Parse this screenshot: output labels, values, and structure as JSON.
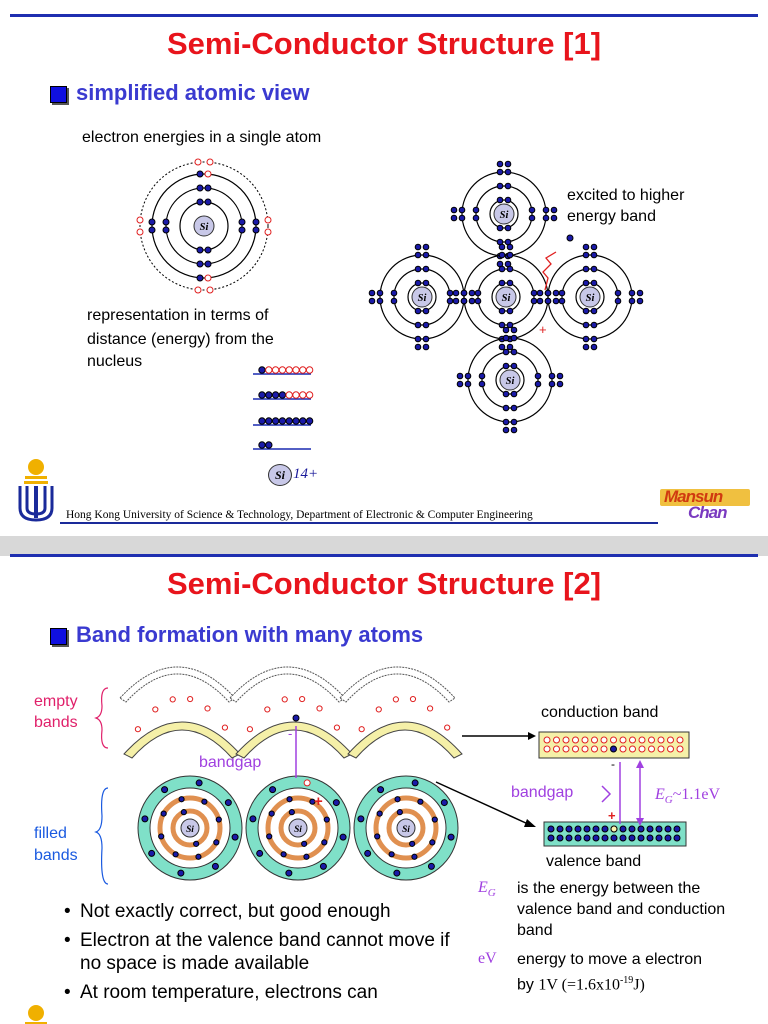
{
  "slide1": {
    "title": "Semi-Conductor Structure [1]",
    "heading": "simplified atomic view",
    "label_single_atom": "electron energies in a single atom",
    "label_excited_1": "excited to higher",
    "label_excited_2": "energy band",
    "label_repr_1": "representation in terms of",
    "label_repr_2": "distance (energy) from the",
    "label_repr_3": "nucleus",
    "nucleus_label": "Si",
    "charge_label": "14+",
    "plus_sign": "+"
  },
  "footer": {
    "institution": "Hong Kong University of Science & Technology, Department of Electronic & Computer Engineering",
    "brand_top": "Mansun",
    "brand_bottom": "Chan"
  },
  "slide2": {
    "title": "Semi-Conductor Structure [2]",
    "heading": "Band formation with many atoms",
    "label_empty_1": "empty",
    "label_empty_2": "bands",
    "label_filled_1": "filled",
    "label_filled_2": "bands",
    "label_bandgap_left": "bandgap",
    "label_bandgap_right": "bandgap",
    "label_conduction": "conduction band",
    "label_valence": "valence band",
    "eg_symbol": "E",
    "eg_sub": "G",
    "eg_value": "~1.1eV",
    "plus_sign": "+",
    "minus_sign": "-",
    "bullets": [
      "Not exactly correct, but good enough",
      "Electron at the valence band cannot move if no space is made available",
      "At room temperature, electrons can"
    ],
    "def_eg_text": "is the energy between the valence band and conduction band",
    "def_ev_symbol": "eV",
    "def_ev_text_1": "energy to move a electron",
    "def_ev_text_2a": "by ",
    "def_ev_text_2b": "1V",
    "def_ev_text_2c": " (=1.6x10",
    "def_ev_exp": "-19",
    "def_ev_text_2d": "J)"
  },
  "colors": {
    "title_red": "#e8141c",
    "heading_blue": "#3a3ad0",
    "electron_blue": "#1a1aa8",
    "hole_red": "#e02020",
    "band_yellow": "#f5f0a8",
    "shell_cyan": "#7fe0c8",
    "shell_orange": "#e09050",
    "label_pink": "#e0206a",
    "label_blue": "#1a5ae0",
    "bandgap_purple": "#a040e0"
  },
  "icons": [
    "square-bullet-icon",
    "hkust-logo-icon",
    "si-nucleus-icon"
  ]
}
